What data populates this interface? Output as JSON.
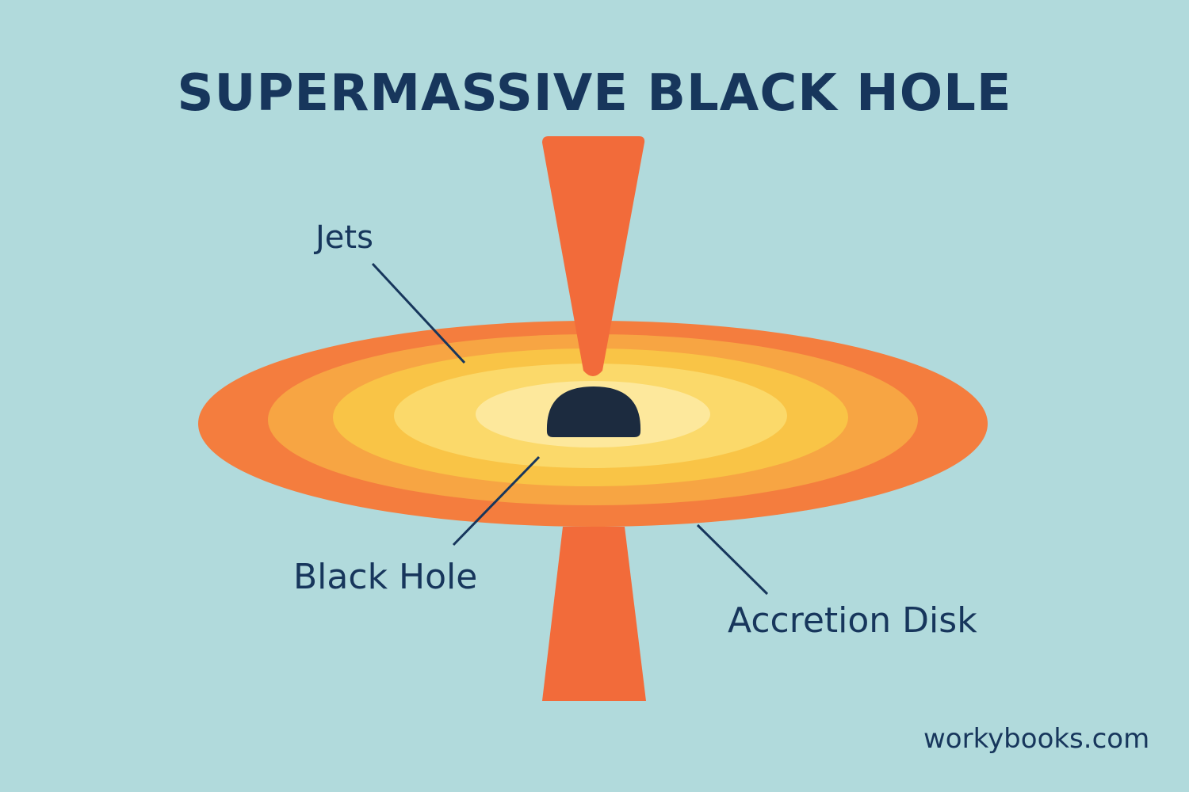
{
  "title": "SUPERMASSIVE BLACK HOLE",
  "labels": {
    "jets": "Jets",
    "black_hole": "Black Hole",
    "accretion_disk": "Accretion Disk"
  },
  "watermark": "workybooks.com",
  "colors": {
    "background": "#b1dadc",
    "text": "#17365c",
    "jet": "#f26b3a",
    "disk_outer": "#f47d3e",
    "disk_ring_2": "#f7a543",
    "disk_ring_3": "#f9c446",
    "disk_ring_4": "#fbd96a",
    "disk_inner": "#fde89c",
    "black_hole": "#1c2b3f",
    "leader_line": "#17365c"
  }
}
